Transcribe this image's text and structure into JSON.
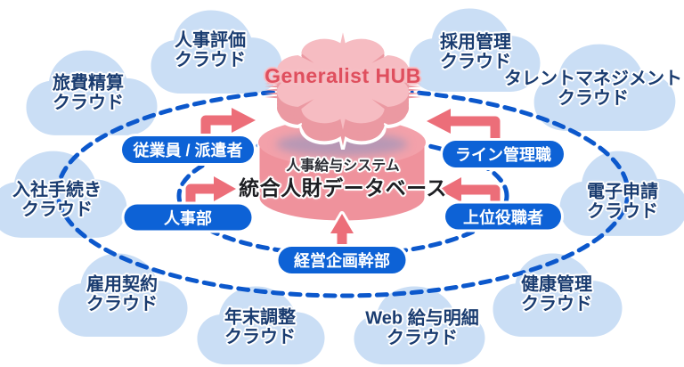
{
  "diagram": {
    "hub": {
      "label": "Generalist HUB"
    },
    "database": {
      "line1": "人事給与システム",
      "line2": "統合人財データベース"
    },
    "clouds": [
      {
        "id": "travel-expense",
        "line1": "旅費精算",
        "line2": "クラウド"
      },
      {
        "id": "hr-evaluation",
        "line1": "人事評価",
        "line2": "クラウド"
      },
      {
        "id": "recruiting",
        "line1": "採用管理",
        "line2": "クラウド"
      },
      {
        "id": "talent-management",
        "line1": "タレントマネジメント",
        "line2": "クラウド"
      },
      {
        "id": "onboarding",
        "line1": "入社手続き",
        "line2": "クラウド"
      },
      {
        "id": "e-application",
        "line1": "電子申請",
        "line2": "クラウド"
      },
      {
        "id": "employment-contract",
        "line1": "雇用契約",
        "line2": "クラウド"
      },
      {
        "id": "health-management",
        "line1": "健康管理",
        "line2": "クラウド"
      },
      {
        "id": "year-end-adjustment",
        "line1": "年末調整",
        "line2": "クラウド"
      },
      {
        "id": "web-payslip",
        "line1": "Web 給与明細",
        "line2": "クラウド"
      }
    ],
    "roles": [
      {
        "id": "employees-dispatched",
        "label": "従業員 / 派遣者"
      },
      {
        "id": "line-managers",
        "label": "ライン管理職"
      },
      {
        "id": "hr-department",
        "label": "人事部"
      },
      {
        "id": "senior-executives",
        "label": "上位役職者"
      },
      {
        "id": "corporate-planning",
        "label": "経営企画幹部"
      }
    ],
    "colors": {
      "cloud_fill": "#cadef5",
      "cloud_text": "#1a3c70",
      "pill_blue": "#0d62d6",
      "dash_blue": "#0c58cc",
      "arrow_salmon": "#ec6e79",
      "hub_top": "#f6bcc2",
      "hub_side": "#eb99a2",
      "hub_text_red": "#df4f5e",
      "cylinder_pink": "#ef929c",
      "db_text": "#1d1e22"
    }
  }
}
